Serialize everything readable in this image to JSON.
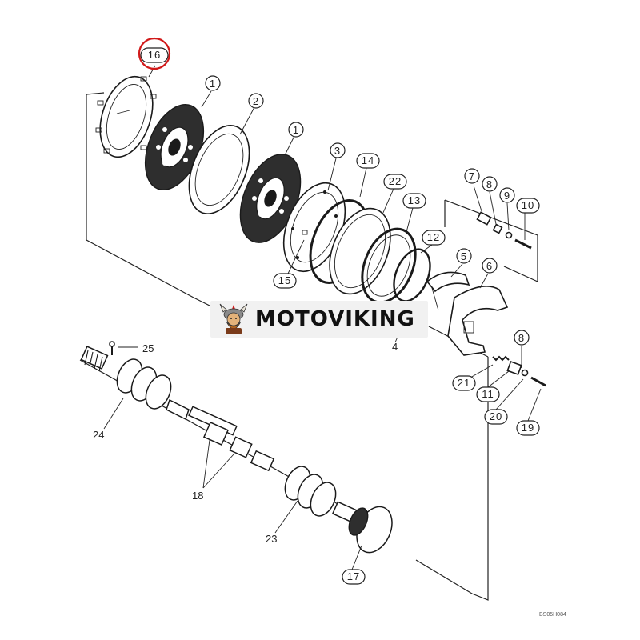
{
  "diagram": {
    "callouts": {
      "c16": "16",
      "c1a": "1",
      "c2": "2",
      "c1b": "1",
      "c3": "3",
      "c14": "14",
      "c22": "22",
      "c13": "13",
      "c12": "12",
      "c15": "15",
      "c5": "5",
      "c6": "6",
      "c7": "7",
      "c8a": "8",
      "c9": "9",
      "c10": "10",
      "c8b": "8",
      "c21": "21",
      "c11": "11",
      "c20": "20",
      "c19": "19",
      "c17": "17"
    },
    "labels": {
      "l25": "25",
      "l24": "24",
      "l18": "18",
      "l23": "23",
      "l4": "4"
    },
    "highlighted_callout": "16",
    "drawing_code": "BS05H084"
  },
  "watermark": {
    "brand": "MOTOVIKING",
    "logo_icon": "viking-mascot-icon"
  },
  "colors": {
    "highlight": "#d11a1a",
    "ink": "#1a1a1a",
    "banner_bg": "#f1f1f1"
  }
}
